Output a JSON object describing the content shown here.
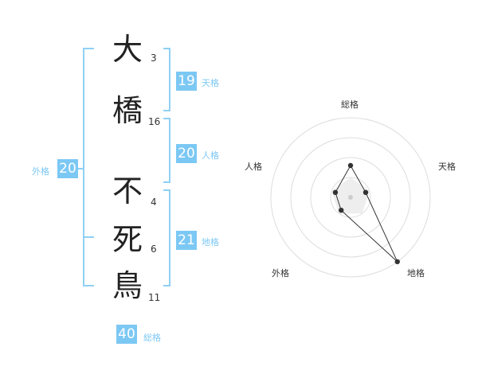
{
  "name": {
    "characters": [
      {
        "char": "大",
        "strokes": "3"
      },
      {
        "char": "橋",
        "strokes": "16"
      },
      {
        "char": "不",
        "strokes": "4"
      },
      {
        "char": "死",
        "strokes": "6"
      },
      {
        "char": "鳥",
        "strokes": "11"
      }
    ]
  },
  "fortune": {
    "tenkaku": {
      "value": "19",
      "label": "天格"
    },
    "jinkaku": {
      "value": "20",
      "label": "人格"
    },
    "chikaku": {
      "value": "21",
      "label": "地格"
    },
    "gaikaku": {
      "value": "20",
      "label": "外格"
    },
    "soukaku": {
      "value": "40",
      "label": "総格"
    }
  },
  "chart_data": {
    "type": "radar",
    "axes": [
      "総格",
      "天格",
      "地格",
      "外格",
      "人格"
    ],
    "values": [
      2,
      1,
      5,
      1,
      1
    ],
    "range": [
      0,
      5
    ],
    "rings": 4
  },
  "colors": {
    "accent": "#7cc8f4",
    "text": "#222222"
  }
}
